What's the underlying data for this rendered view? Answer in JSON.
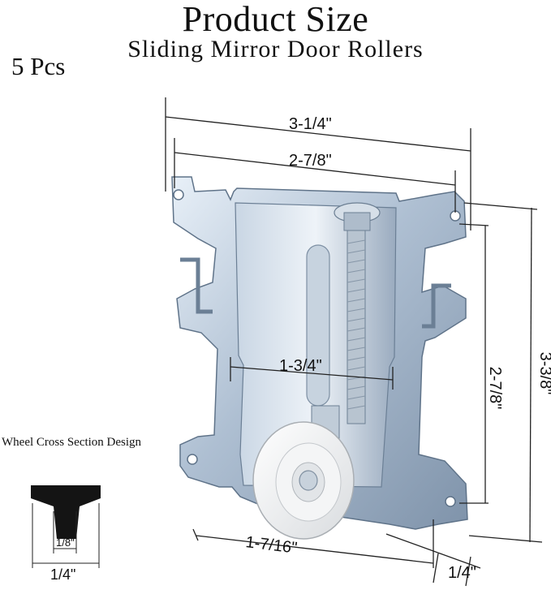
{
  "header": {
    "title": "Product Size",
    "subtitle": "Sliding Mirror Door Rollers",
    "quantity": "5 Pcs"
  },
  "dimensions": {
    "overall_width": "3-1/4\"",
    "hole_spacing": "2-7/8\"",
    "inner_width": "1-3/4\"",
    "overall_height": "3-3/8\"",
    "hole_height": "2-7/8\"",
    "wheel_diameter": "1-7/16\"",
    "wheel_width": "1/4\""
  },
  "cross_section": {
    "caption": "Wheel Cross Section Design",
    "tread_width": "1/8\"",
    "base_width": "1/4\""
  }
}
